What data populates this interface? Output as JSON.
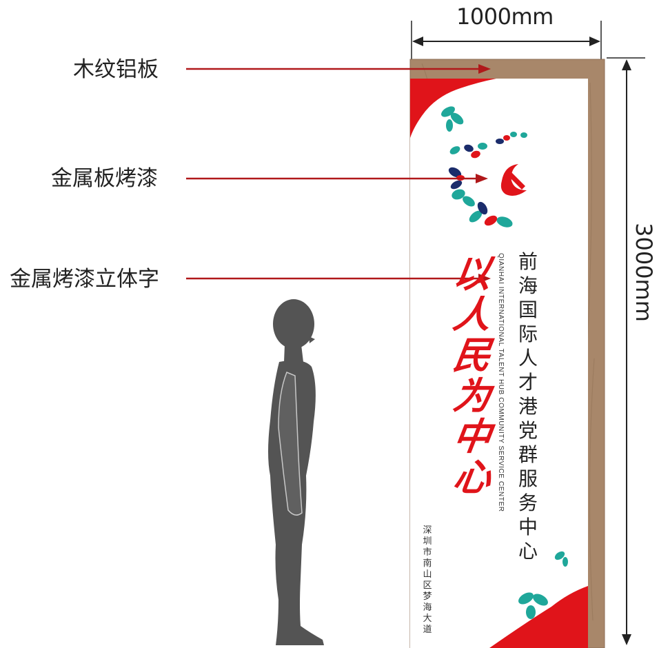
{
  "labels": {
    "wood_grain_panel": "木纹铝板",
    "metal_panel_paint": "金属板烤漆",
    "metal_3d_letters": "金属烤漆立体字"
  },
  "dimensions": {
    "width": "1000mm",
    "height": "3000mm"
  },
  "sign": {
    "slogan_chars": [
      "以",
      "人",
      "民",
      "为",
      "中",
      "心"
    ],
    "title_chars": [
      "前",
      "海",
      "国",
      "际",
      "人",
      "才",
      "港",
      "党",
      "群",
      "服",
      "务",
      "中",
      "心"
    ],
    "subtitle_en": "QIANHAI INTERNATIONAL TALENT HUB COMMUNITY SERVICE CENTER",
    "address_chars": [
      "深",
      "圳",
      "市",
      "南",
      "山",
      "区",
      "梦",
      "海",
      "大",
      "道"
    ]
  },
  "colors": {
    "wood_frame": "#a8876a",
    "red": "#e0141a",
    "arrow": "#b0181a",
    "teal": "#1fa79a",
    "navy": "#1b2c6b",
    "silhouette": "#545454"
  }
}
